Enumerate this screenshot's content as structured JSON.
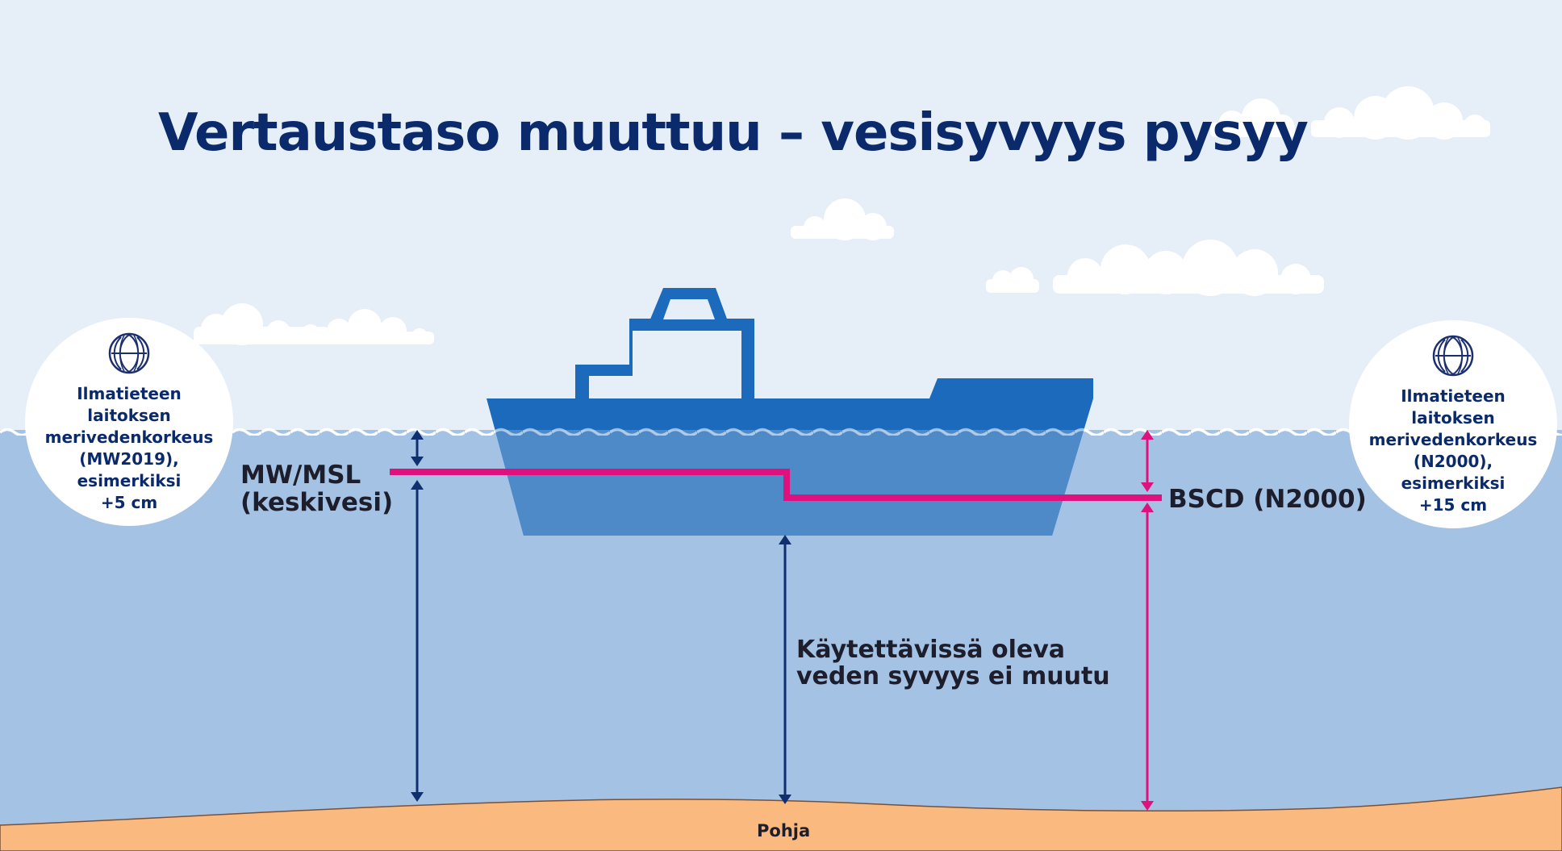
{
  "title": "Vertaustaso muuttuu – vesisyvyys pysyy",
  "badge_left": {
    "icon": "fmi-logo-icon",
    "lines": [
      "Ilmatieteen",
      "laitoksen",
      "merivedenkorkeus",
      "(MW2019),",
      "esimerkiksi",
      "+5 cm"
    ]
  },
  "badge_right": {
    "icon": "fmi-logo-icon",
    "lines": [
      "Ilmatieteen",
      "laitoksen",
      "merivedenkorkeus",
      "(N2000),",
      "esimerkiksi",
      "+15 cm"
    ]
  },
  "labels": {
    "mw_msl": [
      "MW/MSL",
      "(keskivesi)"
    ],
    "bscd": "BSCD (N2000)",
    "available_depth": [
      "Käytettävissä oleva",
      "veden syvyys ei muutu"
    ],
    "bottom": "Pohja"
  },
  "colors": {
    "title": "#0a2a6b",
    "sky": "#e6eef8",
    "water": "#a4c2e3",
    "ship_hull": "#1c6abb",
    "datum_line": "#e0117f",
    "depth_arrow": "#0f2f6f",
    "seabed": "#f9b97f"
  }
}
